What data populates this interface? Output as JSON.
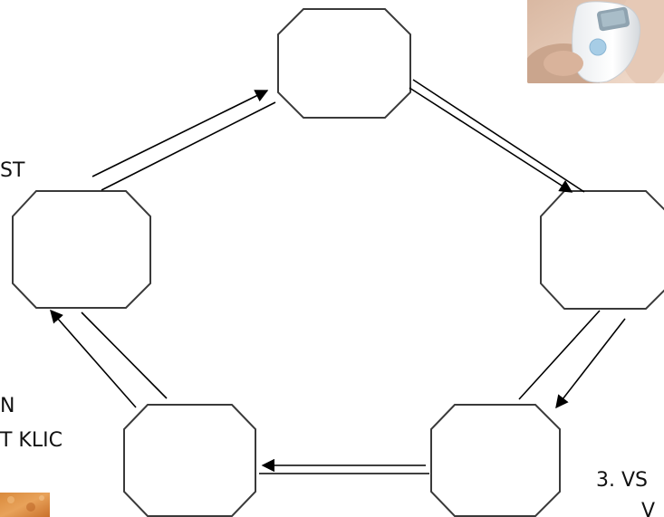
{
  "labels": {
    "top_left": "ST",
    "bottom_left_line1": "N",
    "bottom_left_line2": "T KLIC",
    "bottom_right_line1": "3.  VS",
    "bottom_right_line2": "V"
  },
  "images": {
    "top_right": "handheld-thermometer-photo",
    "bottom_left": "orange-texture-photo"
  },
  "colors": {
    "stroke": "#3a3a3a",
    "arrow": "#000000",
    "text": "#111111"
  }
}
